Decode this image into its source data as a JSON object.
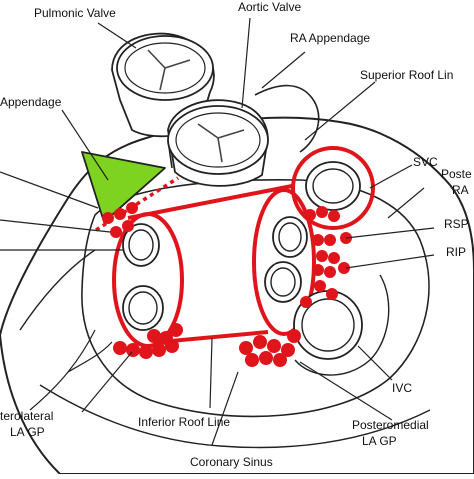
{
  "labels": {
    "pulmonic_valve": "Pulmonic Valve",
    "aortic_valve": "Aortic Valve",
    "ra_appendage": "RA Appendage",
    "superior_roof_line": "Superior Roof Lin",
    "la_appendage": "Appendage",
    "svc": "SVC",
    "posterior_ra_line1": "Poste",
    "posterior_ra_line2": "RA",
    "rspv": "RSP",
    "ripv": "RIP",
    "ivc": "IVC",
    "posterolateral_line1": "terolateral",
    "posterolateral_line2": "LA GP",
    "inferior_roof_line": "Inferior Roof Line",
    "coronary_sinus": "Coronary Sinus",
    "posteromedial_line1": "Posteromedial",
    "posteromedial_line2": "LA GP"
  },
  "colors": {
    "ablation": "#e0151b",
    "appendage_fill": "#7ed321",
    "outline": "#222222",
    "background": "#ffffff"
  }
}
